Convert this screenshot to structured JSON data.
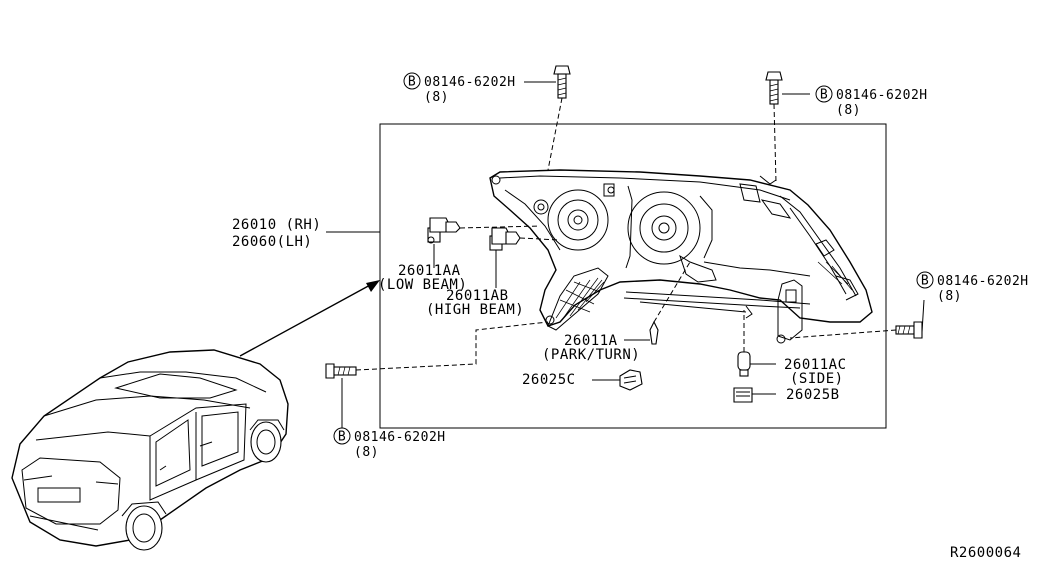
{
  "diagram_id": "R2600064",
  "assembly": {
    "part_rh": "26010 (RH)",
    "part_lh": "26060(LH)"
  },
  "bulbs": {
    "low_beam_code": "26011AA",
    "low_beam_label": "(LOW BEAM)",
    "high_beam_code": "26011AB",
    "high_beam_label": "(HIGH BEAM)",
    "park_turn_code": "26011A",
    "park_turn_label": "(PARK/TURN)",
    "side_code": "26011AC",
    "side_label": "(SIDE)"
  },
  "sockets": {
    "socket_park": "26025C",
    "socket_side": "26025B"
  },
  "bolts": {
    "marker": "B",
    "top_left_code": "08146-6202H",
    "top_left_qty": "(8)",
    "top_right_code": "08146-6202H",
    "top_right_qty": "(8)",
    "right_code": "08146-6202H",
    "right_qty": "(8)",
    "bottom_code": "08146-6202H",
    "bottom_qty": "(8)"
  }
}
